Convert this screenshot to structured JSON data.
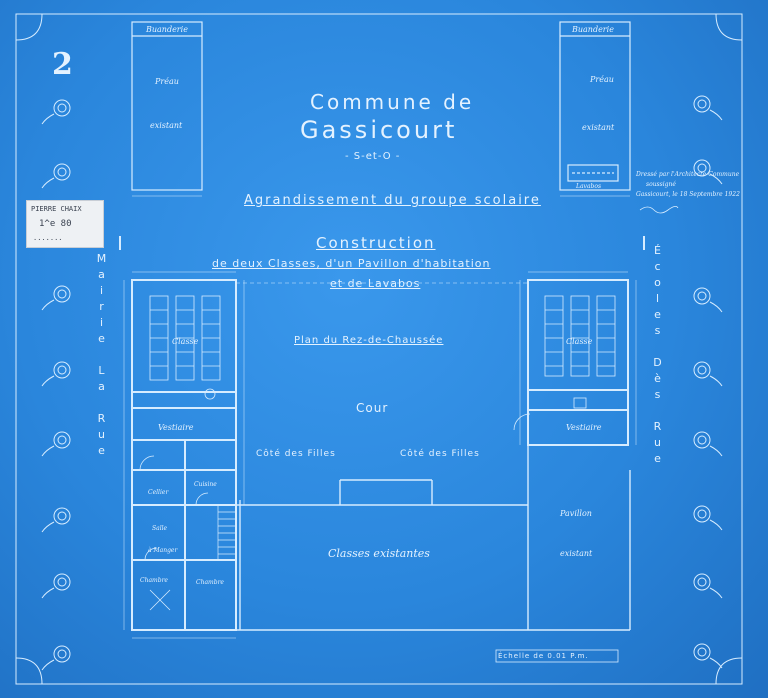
{
  "sheet_number": "2",
  "title": {
    "commune": "Commune de",
    "town": "Gassicourt",
    "dept": "- S-et-O -"
  },
  "project": {
    "line1": "Agrandissement du groupe scolaire",
    "line2": "Construction",
    "line3": "de deux Classes, d'un Pavillon d'habitation",
    "line4": "et de Lavabos",
    "plan": "Plan du Rez-de-Chaussée"
  },
  "side_labels": {
    "left": "Mairie La Rue",
    "right": "Écoles Dès Rue"
  },
  "labels": {
    "cour": "Cour",
    "cote_filles": "Côté des Filles",
    "cote_filles_2": "Côté des Filles",
    "classes_existantes": "Classes existantes",
    "pavillon": "Pavillon",
    "existant": "existant",
    "classe_left": "Classe",
    "classe_right": "Classe",
    "vestiaire_left": "Vestiaire",
    "vestiaire_right": "Vestiaire",
    "cuisine": "Cuisine",
    "salle": "Salle",
    "a_manger": "à Manger",
    "chambre": "Chambre",
    "chambre2": "Chambre",
    "buanderie_left": "Buanderie",
    "buanderie_right": "Buanderie",
    "preau_left": "Préau",
    "preau_right": "Préau",
    "existant_left": "existant",
    "existant_right": "existant",
    "lavabos": "Lavabos",
    "cellier": "Cellier",
    "echelle": "Échelle de 0.01 P.m."
  },
  "note": {
    "line1": "Dressé par l'Architecte-Commune",
    "line2": "soussigné",
    "line3": "Gassicourt, le 18 Septembre 1922"
  },
  "sticker": {
    "line1": "PIERRE CHAIX",
    "line2": "1^e 80",
    "line3": "......."
  }
}
